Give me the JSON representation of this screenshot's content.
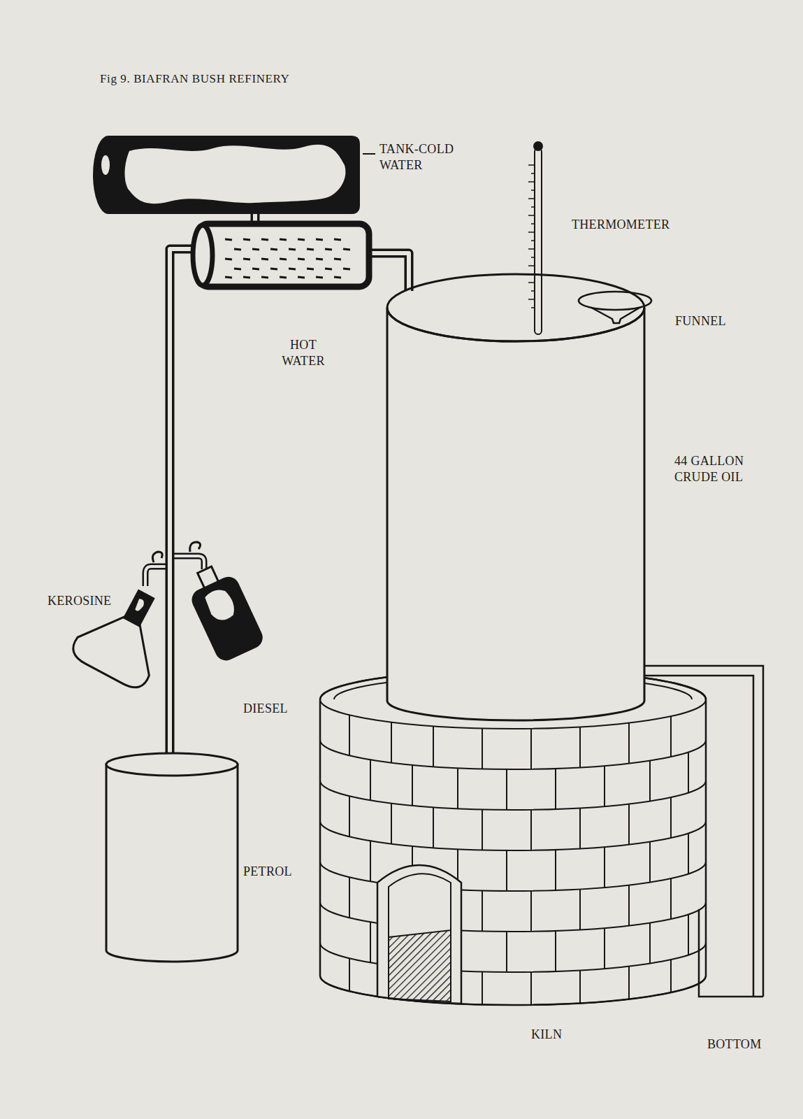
{
  "diagram": {
    "title": "Fig 9. BIAFRAN BUSH REFINERY",
    "nodes": [
      {
        "text": [
          "TANK-COLD WATER"
        ]
      },
      {
        "text": [
          "HOT WATER"
        ]
      },
      {
        "text": [
          "44 GALLON CRUDE OIL"
        ]
      },
      {
        "text": [
          "PETROL"
        ]
      }
    ],
    "edges": [
      {
        "from": 0,
        "to": 1,
        "arrow": "none"
      },
      {
        "from": 2,
        "to": 1,
        "arrow": "none"
      },
      {
        "from": 1,
        "to": 3,
        "arrow": "none"
      }
    ],
    "labels": [
      "THERMOMETER",
      "FUNNEL",
      "KEROSINE",
      "DIESEL",
      "KILN",
      "BOTTOM"
    ]
  }
}
